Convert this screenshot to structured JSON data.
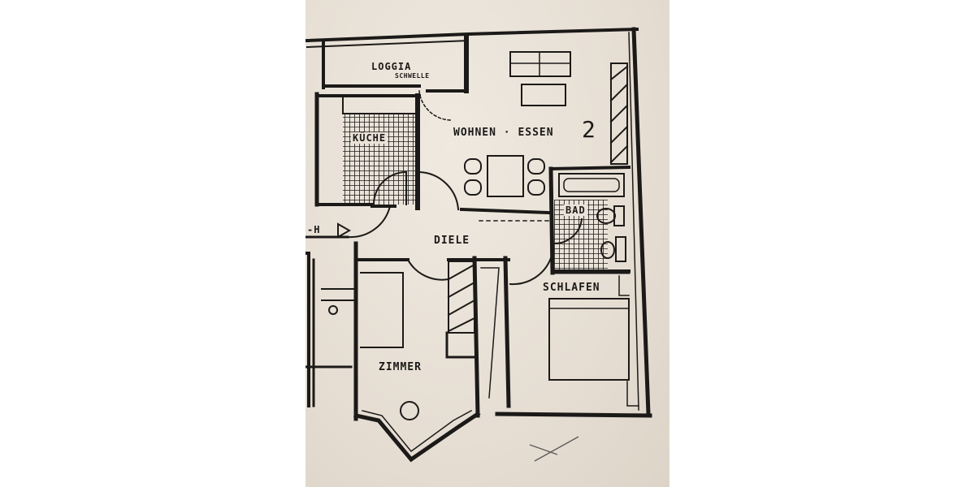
{
  "plan": {
    "rooms": {
      "loggia": "LOGGIA",
      "schwelle": "SCHWELLE",
      "kueche": "KÜCHE",
      "wohnen_essen": "WOHNEN · ESSEN",
      "unit_number": "2",
      "bad": "BAD",
      "diele": "DIELE",
      "schlafen": "SCHLAFEN",
      "zimmer": "ZIMMER",
      "hallway_fragment": "-H"
    },
    "colors": {
      "paper": "#e9e2d8",
      "ink": "#1c1a18",
      "pencil": "#5a5a5a"
    },
    "icons": [
      "entrance-arrow-icon",
      "pencil-cross-mark-icon",
      "wardrobe-hatch-icon",
      "tile-grid-icon"
    ]
  }
}
